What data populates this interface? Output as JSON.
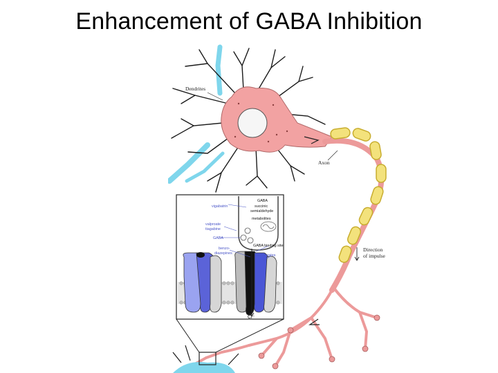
{
  "slide": {
    "title": "Enhancement of GABA Inhibition"
  },
  "neuron": {
    "dendrites_label": "Dendrites",
    "axon_label": "Axon",
    "direction_label_line1": "Direction",
    "direction_label_line2": "of impulse"
  },
  "synapse_inset": {
    "vigabatrin": "vigabatrin",
    "valproate": "valproate",
    "tiagabine": "tiagabine",
    "gaba_left": "GABA",
    "benzodiazepines_line1": "benzo-",
    "benzodiazepines_line2": "diazepines",
    "gaba_top": "GABA",
    "succinic_line1": "succinic",
    "succinic_line2": "semialdehyde",
    "metabolites": "metabolites",
    "gaba_binding_site": "GABA binding site",
    "barbiturates": "barbiturates",
    "chloride": "Cl⁻"
  },
  "colors": {
    "soma": "#f2a2a2",
    "axon": "#ec9a9a",
    "myelin": "#f3e27c",
    "myelin_edge": "#c8ad2e",
    "dendrite_tips": "#7fd6ec",
    "receptor_blue": "#5b63d8",
    "receptor_light": "#9aa3f0",
    "receptor_gray": "#bcbcbc"
  }
}
